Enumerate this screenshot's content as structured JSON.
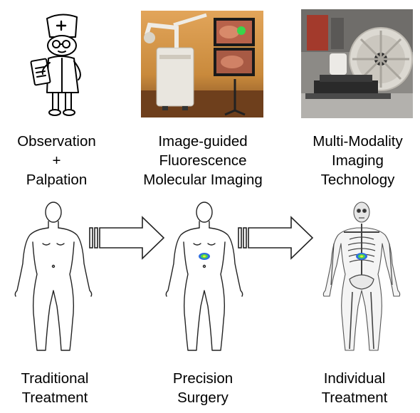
{
  "columns": [
    {
      "top_caption": [
        "Observation",
        "+",
        "Palpation"
      ],
      "bottom_caption": [
        "Traditional",
        "Treatment"
      ],
      "image": "doctor-cartoon",
      "figure": "body-outline-plain"
    },
    {
      "top_caption": [
        "Image-guided",
        "Fluorescence",
        "Molecular Imaging"
      ],
      "bottom_caption": [
        "Precision",
        "Surgery"
      ],
      "image": "fluorescence-imaging-system-photo",
      "figure": "body-outline-with-tumor"
    },
    {
      "top_caption": [
        "Multi-Modality",
        "Imaging",
        "Technology"
      ],
      "bottom_caption": [
        "Individual",
        "Treatment"
      ],
      "image": "multi-modality-scanner-photo",
      "figure": "body-skeleton-with-tumor"
    }
  ],
  "arrows": [
    "arrow-right",
    "arrow-right"
  ],
  "colors": {
    "tumor_outer": "#2f6fe0",
    "tumor_inner": "#4dd94a",
    "tumor_core": "#f2e23a",
    "lab_wall": "#c98a3c",
    "lab_floor": "#7a4a22",
    "screen_fluorescence": "#39d64a"
  }
}
